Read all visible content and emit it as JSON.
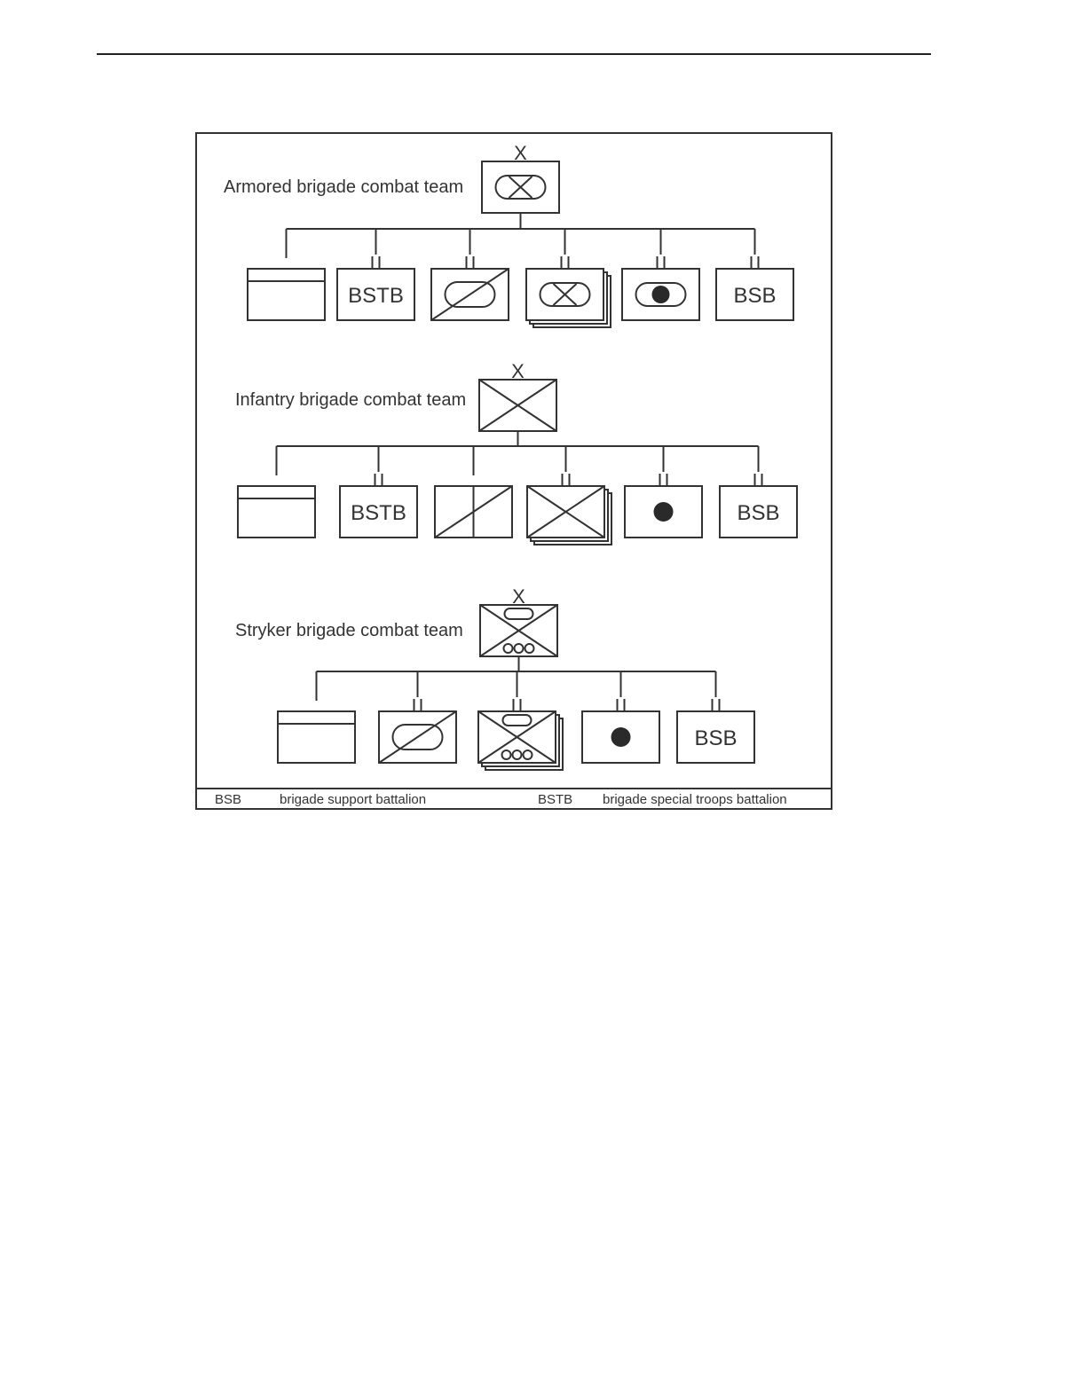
{
  "figure": {
    "brigades": [
      {
        "title": "Armored brigade combat team",
        "echelon": "X",
        "hq_symbol": "armor-mech",
        "units": [
          {
            "echelon": "",
            "symbol": "headquarters",
            "text": ""
          },
          {
            "echelon": "II",
            "symbol": "text",
            "text": "BSTB"
          },
          {
            "echelon": "II",
            "symbol": "armored-cavalry",
            "text": ""
          },
          {
            "echelon": "II",
            "symbol": "armor-mech-multiple",
            "text": ""
          },
          {
            "echelon": "II",
            "symbol": "self-propelled-artillery",
            "text": ""
          },
          {
            "echelon": "II",
            "symbol": "text",
            "text": "BSB"
          }
        ]
      },
      {
        "title": "Infantry brigade combat team",
        "echelon": "X",
        "hq_symbol": "infantry",
        "units": [
          {
            "echelon": "",
            "symbol": "headquarters",
            "text": ""
          },
          {
            "echelon": "II",
            "symbol": "text",
            "text": "BSTB"
          },
          {
            "echelon": "",
            "symbol": "cavalry-split",
            "text": ""
          },
          {
            "echelon": "II",
            "symbol": "infantry-multiple",
            "text": ""
          },
          {
            "echelon": "II",
            "symbol": "field-artillery",
            "text": ""
          },
          {
            "echelon": "II",
            "symbol": "text",
            "text": "BSB"
          }
        ]
      },
      {
        "title": "Stryker brigade combat team",
        "echelon": "X",
        "hq_symbol": "stryker",
        "units": [
          {
            "echelon": "",
            "symbol": "headquarters",
            "text": ""
          },
          {
            "echelon": "II",
            "symbol": "armored-cavalry",
            "text": ""
          },
          {
            "echelon": "II",
            "symbol": "stryker-multiple",
            "text": ""
          },
          {
            "echelon": "II",
            "symbol": "field-artillery",
            "text": ""
          },
          {
            "echelon": "II",
            "symbol": "text",
            "text": "BSB"
          }
        ]
      }
    ],
    "legend": [
      {
        "abbr": "BSB",
        "meaning": "brigade support battalion"
      },
      {
        "abbr": "BSTB",
        "meaning": "brigade special troops battalion"
      }
    ]
  }
}
